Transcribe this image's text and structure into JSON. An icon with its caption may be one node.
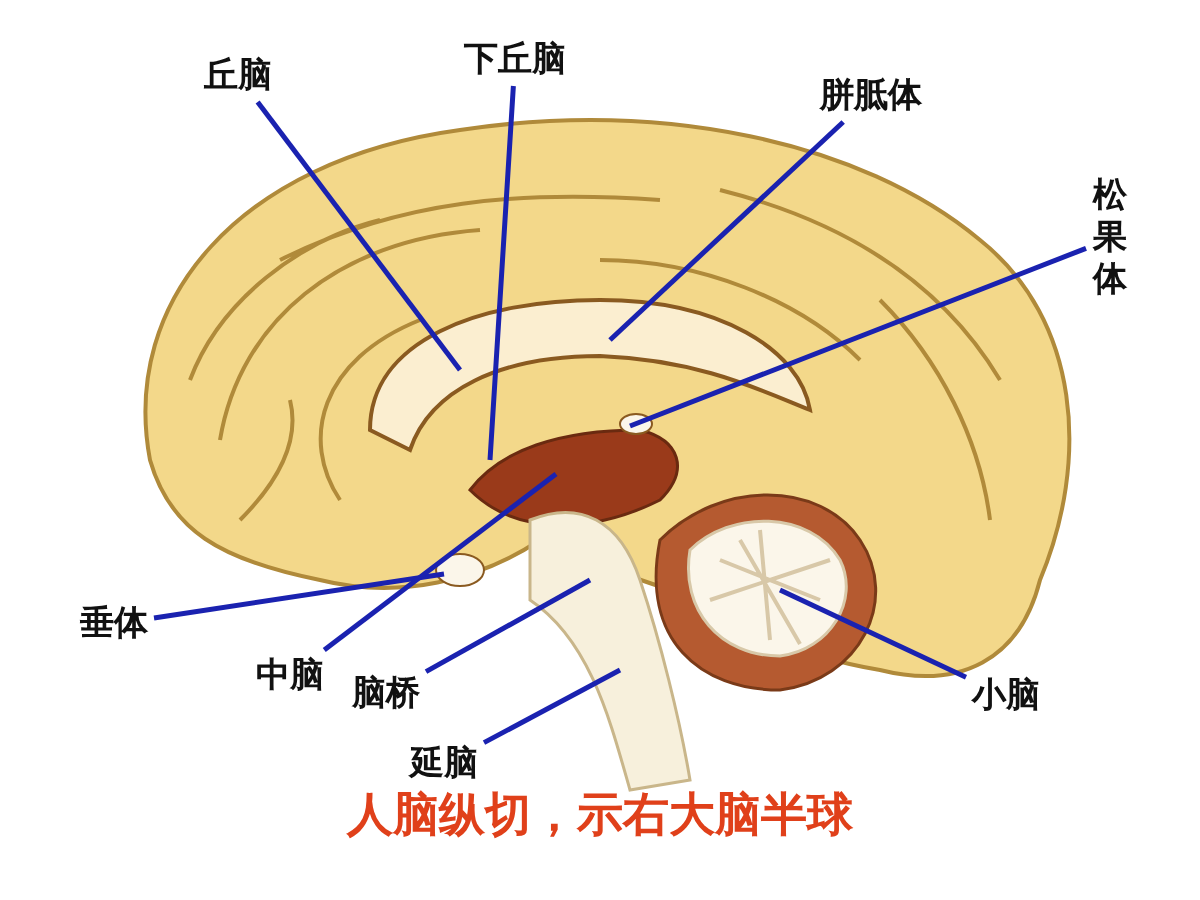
{
  "diagram": {
    "caption": "人脑纵切，示右大脑半球",
    "nodes": [
      {
        "text": [
          "丘脑"
        ]
      },
      {
        "text": [
          "下丘脑"
        ]
      },
      {
        "text": [
          "胼胝体"
        ]
      },
      {
        "text": [
          "松果体"
        ]
      },
      {
        "text": [
          "垂体"
        ]
      },
      {
        "text": [
          "中脑"
        ]
      },
      {
        "text": [
          "脑桥"
        ]
      },
      {
        "text": [
          "小脑"
        ]
      },
      {
        "text": [
          "延脑"
        ]
      }
    ],
    "edges": [
      {
        "from": 0,
        "to": null,
        "arrow": "none"
      },
      {
        "from": 1,
        "to": null,
        "arrow": "none"
      },
      {
        "from": 2,
        "to": null,
        "arrow": "none"
      },
      {
        "from": 3,
        "to": null,
        "arrow": "none"
      },
      {
        "from": 4,
        "to": null,
        "arrow": "none"
      },
      {
        "from": 5,
        "to": null,
        "arrow": "none"
      },
      {
        "from": 6,
        "to": null,
        "arrow": "none"
      },
      {
        "from": 7,
        "to": null,
        "arrow": "none"
      },
      {
        "from": 8,
        "to": null,
        "arrow": "none"
      }
    ]
  }
}
